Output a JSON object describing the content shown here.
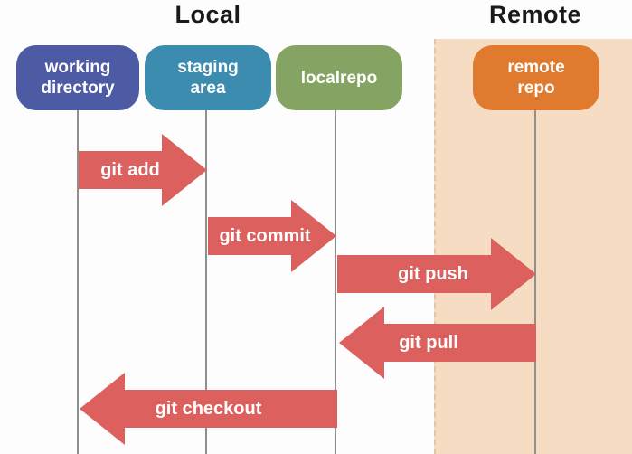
{
  "titles": {
    "local": "Local",
    "remote": "Remote"
  },
  "nodes": [
    {
      "id": "working-directory",
      "lines": [
        "working",
        "directory"
      ]
    },
    {
      "id": "staging-area",
      "lines": [
        "staging",
        "area"
      ]
    },
    {
      "id": "localrepo",
      "lines": [
        "localrepo"
      ]
    },
    {
      "id": "remote-repo",
      "lines": [
        "remote",
        "repo"
      ]
    }
  ],
  "arrows": [
    {
      "label": "git add",
      "from": "working-directory",
      "to": "staging-area",
      "direction": "right"
    },
    {
      "label": "git commit",
      "from": "staging-area",
      "to": "localrepo",
      "direction": "right"
    },
    {
      "label": "git push",
      "from": "localrepo",
      "to": "remote-repo",
      "direction": "right"
    },
    {
      "label": "git pull",
      "from": "remote-repo",
      "to": "localrepo",
      "direction": "left"
    },
    {
      "label": "git checkout",
      "from": "localrepo",
      "to": "working-directory",
      "direction": "left"
    }
  ],
  "colors": {
    "node_working_directory": "#4c5ba3",
    "node_staging_area": "#3c8cb0",
    "node_localrepo": "#85a463",
    "node_remote_repo": "#df7a2e",
    "node_text": "#ffffff",
    "arrow": "#dc605d",
    "remote_zone_bg": "#f5dcc3",
    "remote_zone_border": "#e4c6a5",
    "lifeline": "#8f8f8f",
    "title_text": "#1a1a1a",
    "background": "#fdfdfd"
  }
}
